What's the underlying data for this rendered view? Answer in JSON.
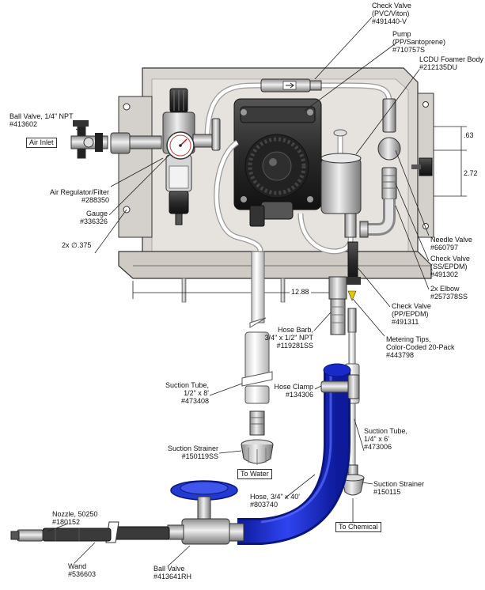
{
  "labels": {
    "check_valve_pvc": [
      "Check Valve",
      "(PVC/Viton)",
      "#491440-V"
    ],
    "pump": [
      "Pump",
      "(PP/Santoprene)",
      "#710757S"
    ],
    "lcdu_body": [
      "LCDU Foamer Body",
      "#212135DU"
    ],
    "ball_valve_npt": [
      "Ball Valve, 1/4\" NPT",
      "#413602"
    ],
    "air_inlet": "Air Inlet",
    "air_regulator": [
      "Air Regulator/Filter",
      "#288350"
    ],
    "gauge": [
      "Gauge",
      "#336326"
    ],
    "mount_holes": "2x ∅.375",
    "dim_063": ".63",
    "dim_272": "2.72",
    "dim_1288": "12.88",
    "needle_valve": [
      "Needle Valve",
      "#660797"
    ],
    "check_valve_ss": [
      "Check Valve",
      "(SS/EPDM)",
      "#491302"
    ],
    "elbow": [
      "2x Elbow",
      "#257378SS"
    ],
    "check_valve_pp": [
      "Check Valve",
      "(PP/EPDM)",
      "#491311"
    ],
    "hose_barb": [
      "Hose Barb,",
      "3/4\" x 1/2\" NPT",
      "#119281SS"
    ],
    "metering_tips": [
      "Metering Tips,",
      "Color-Coded 20-Pack",
      "#443798"
    ],
    "hose_clamp": [
      "Hose Clamp",
      "#134306"
    ],
    "suction_tube_water": [
      "Suction Tube,",
      "1/2\" x 8'",
      "#473408"
    ],
    "suction_tube_chem": [
      "Suction Tube,",
      "1/4\" x 6'",
      "#473006"
    ],
    "suction_strainer_water": [
      "Suction Strainer",
      "#150119SS"
    ],
    "to_water": "To Water",
    "suction_strainer_chem": [
      "Suction Strainer",
      "#150115"
    ],
    "hose": [
      "Hose, 3/4\" x 40'",
      "#803740"
    ],
    "to_chemical": "To Chemical",
    "nozzle": [
      "Nozzle, 50250",
      "#180152"
    ],
    "wand": [
      "Wand",
      "#536603"
    ],
    "ball_valve_rh": [
      "Ball Valve",
      "#413641RH"
    ]
  },
  "colors": {
    "hose_blue": "#1f2fd6",
    "panel": "#d9d6d2",
    "panel_dark": "#a9a6a2",
    "pump_black": "#2b2b2b",
    "steel": "#bdbdbd"
  }
}
